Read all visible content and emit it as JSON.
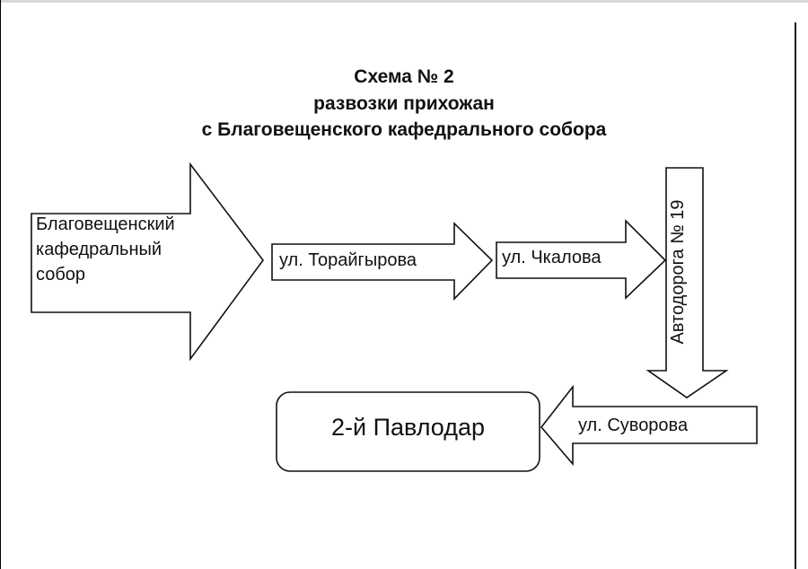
{
  "title": {
    "line1": "Схема № 2",
    "line2": "развозки прихожан",
    "line3": "с Благовещенского кафедрального собора"
  },
  "diagram": {
    "start": {
      "line1": "Благовещенский",
      "line2": "кафедральный",
      "line3": "собор"
    },
    "steps": [
      {
        "label": "ул. Торайгырова"
      },
      {
        "label": "ул. Чкалова"
      },
      {
        "label": "Автодорога № 19"
      },
      {
        "label": "ул. Суворова"
      }
    ],
    "destination": {
      "label": "2-й Павлодар"
    }
  }
}
